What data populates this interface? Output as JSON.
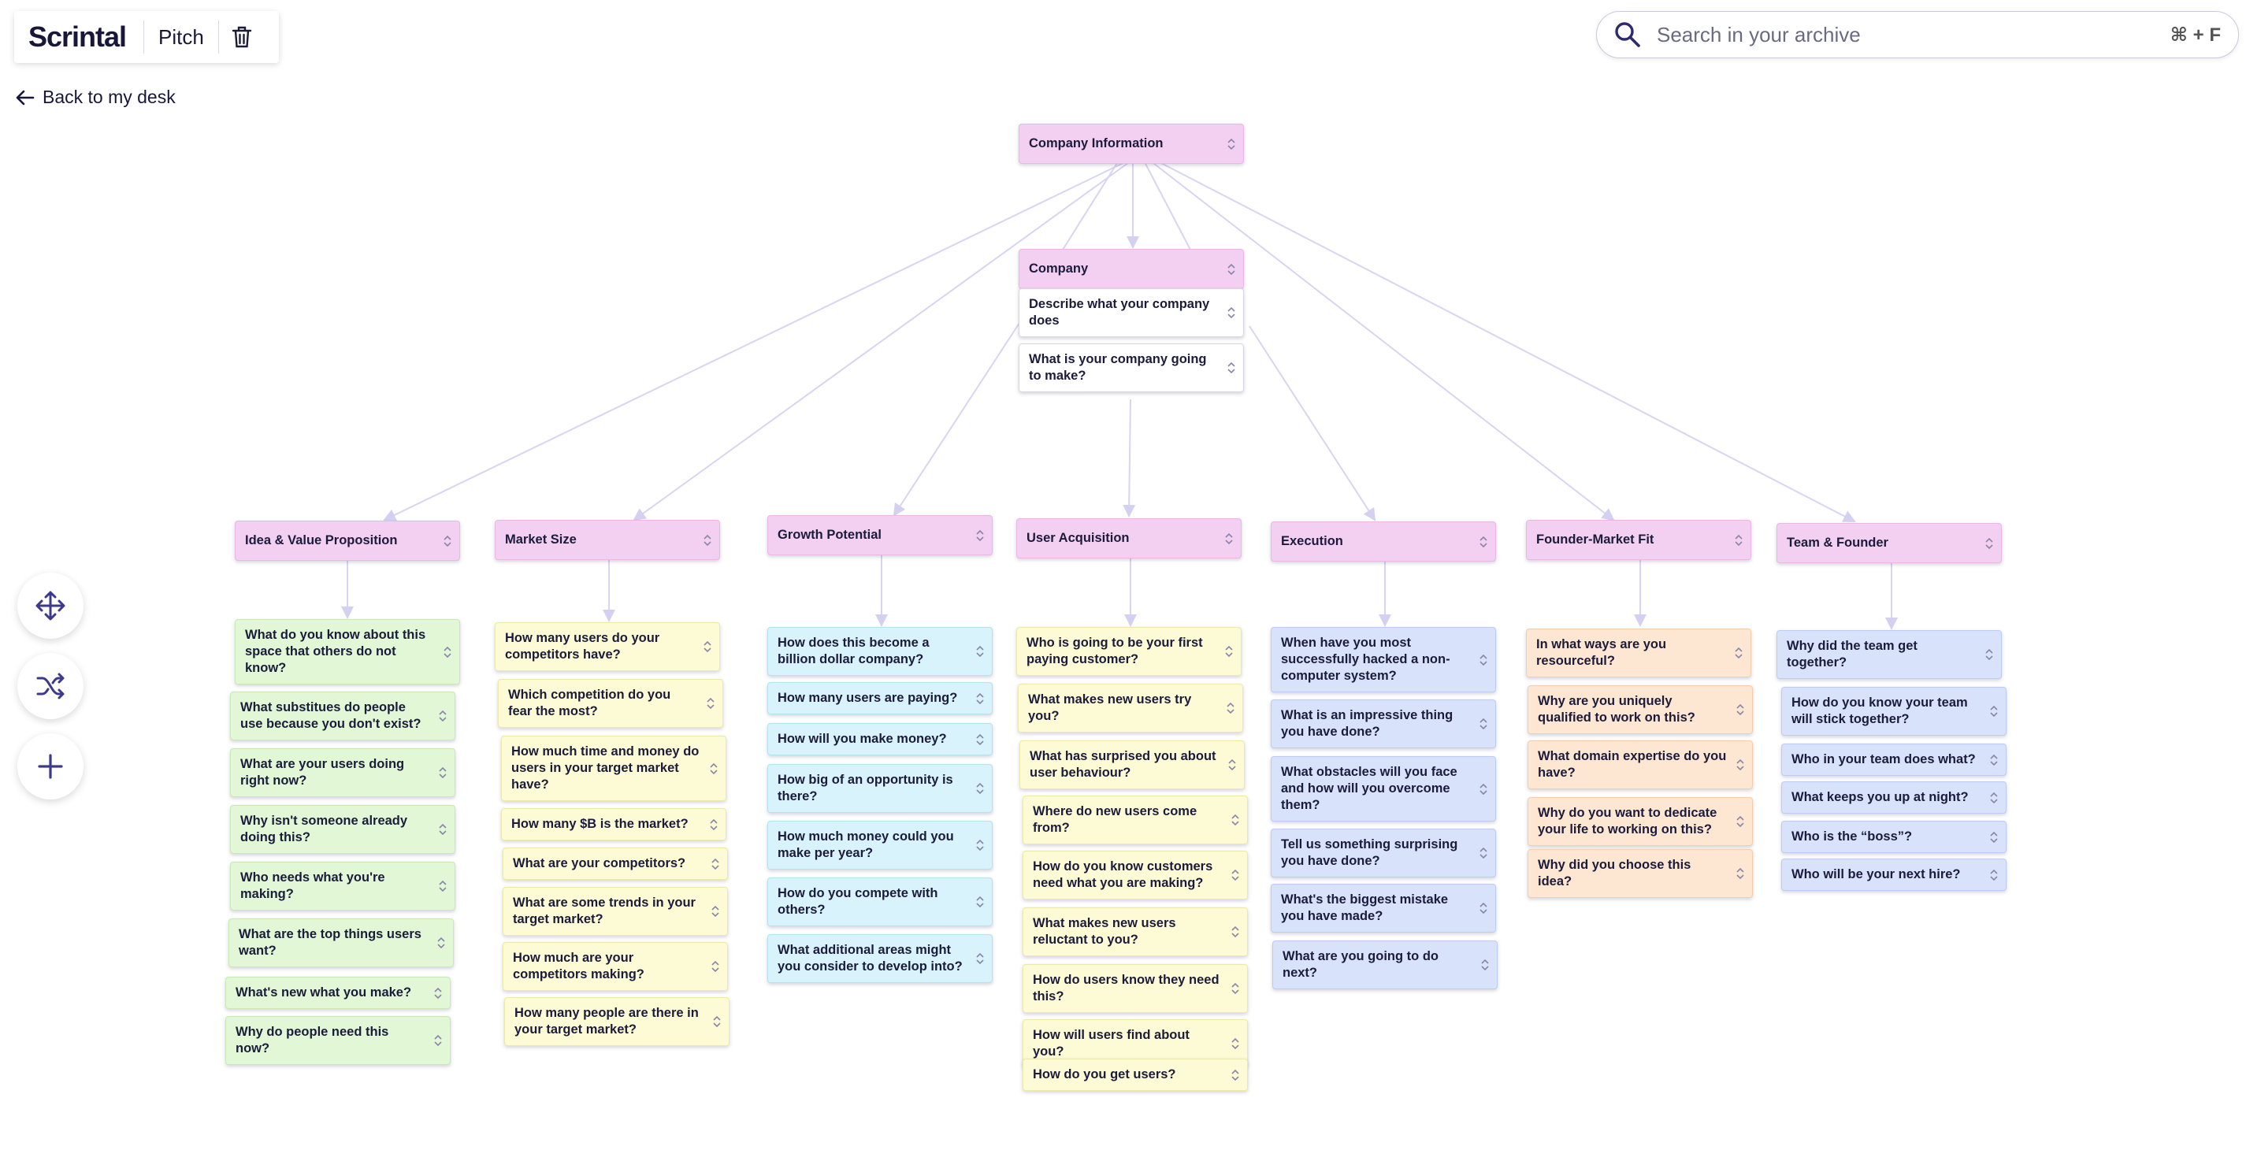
{
  "app": {
    "logo": "Scrintal",
    "doc_title": "Pitch",
    "back_label": "Back to my desk"
  },
  "search": {
    "placeholder": "Search in your archive",
    "shortcut": "⌘ + F"
  },
  "tools": [
    "move-icon",
    "shuffle-icon",
    "plus-icon"
  ],
  "root": "Company Information",
  "company": {
    "title": "Company",
    "items": [
      "Describe what your company does",
      "What is your company going to make?"
    ]
  },
  "columns": [
    {
      "title": "Idea & Value Proposition",
      "color": "green",
      "items": [
        "What do you know about this space that others do not know?",
        "What substitues do people use because you don't exist?",
        "What are your users doing right now?",
        "Why isn't someone already doing this?",
        "Who needs what you're making?",
        "What are the top things users want?",
        "What's new what you make?",
        "Why do people need this now?"
      ]
    },
    {
      "title": "Market Size",
      "color": "yellow",
      "items": [
        "How many users do your competitors have?",
        "Which competition do you fear the most?",
        "How much time and money do users in your target market have?",
        "How many $B is the market?",
        "What are your competitors?",
        "What are some trends in your target market?",
        "How much are your competitors making?",
        "How many people are there in your target market?"
      ]
    },
    {
      "title": "Growth Potential",
      "color": "cyan",
      "items": [
        "How does this become a billion dollar company?",
        "How many users are paying?",
        "How will you make money?",
        "How big of an opportunity is there?",
        "How much money could you make per year?",
        "How do you compete with others?",
        "What additional areas might you consider to develop into?"
      ]
    },
    {
      "title": "User Acquisition",
      "color": "yellow",
      "items": [
        "Who is going to be your first paying customer?",
        "What makes new users try you?",
        "What has surprised you about user behaviour?",
        "Where do new users come from?",
        "How do you know customers need what you are making?",
        "What makes new users reluctant to you?",
        "How do users know they need this?",
        "How will users find about you?",
        "How do you get users?"
      ]
    },
    {
      "title": "Execution",
      "color": "blue",
      "items": [
        "When have you most successfully hacked a non-computer system?",
        "What is an impressive thing you have done?",
        "What obstacles will you face and how will you overcome them?",
        "Tell us something surprising you have done?",
        "What's the biggest mistake you have made?",
        "What are you going to do next?"
      ]
    },
    {
      "title": "Founder-Market Fit",
      "color": "orange",
      "items": [
        "In what ways are you resourceful?",
        "Why are you uniquely qualified to work on this?",
        "What domain expertise do you have?",
        "Why do you want to dedicate your life to working on this?",
        "Why did you choose this idea?"
      ]
    },
    {
      "title": "Team & Founder",
      "color": "blue",
      "items": [
        "Why did the team get together?",
        "How do you know your team will stick together?",
        "Who in your team does what?",
        "What keeps you up at night?",
        "Who is the “boss”?",
        "Who will be your next hire?"
      ]
    }
  ]
}
